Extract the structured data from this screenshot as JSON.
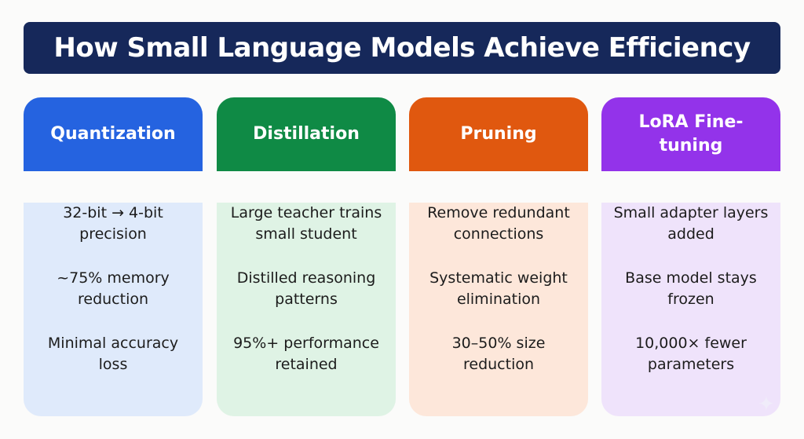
{
  "title": "How Small Language Models Achieve Efficiency",
  "cards": [
    {
      "title": "Quantization",
      "color": "#2563e0",
      "bg": "#dfeafb",
      "points": [
        "32-bit → 4-bit precision",
        "~75% memory reduction",
        "Minimal accuracy loss"
      ]
    },
    {
      "title": "Distillation",
      "color": "#0f8a45",
      "bg": "#dff3e5",
      "points": [
        "Large teacher trains small student",
        "Distilled reasoning patterns",
        "95%+ performance retained"
      ]
    },
    {
      "title": "Pruning",
      "color": "#e0580f",
      "bg": "#fde7da",
      "points": [
        "Remove redundant connections",
        "Systematic weight elimination",
        "30–50% size reduction"
      ]
    },
    {
      "title": "LoRA Fine-tuning",
      "color": "#9333ea",
      "bg": "#efe3fb",
      "points": [
        "Small adapter layers added",
        "Base model stays frozen",
        "10,000× fewer parameters"
      ]
    }
  ]
}
